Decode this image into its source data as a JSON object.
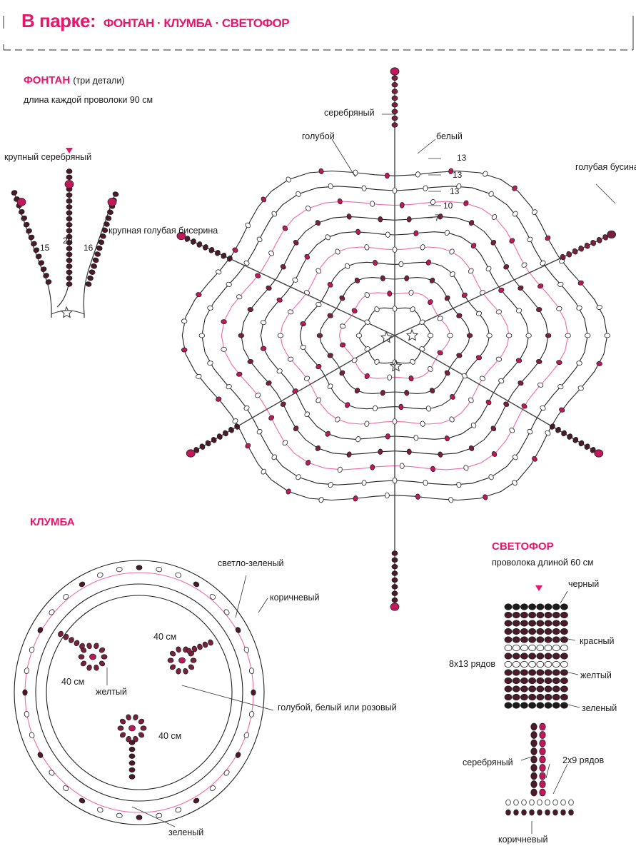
{
  "header": {
    "title": "В парке:",
    "subtitle": "ФОНТАН · КЛУМБА · СВЕТОФОР"
  },
  "fontan": {
    "title": "ФОНТАН",
    "title_note": "(три детали)",
    "wire_note": "длина каждой проволоки 90 см",
    "labels": {
      "large_silver": "крупный серебряный",
      "large_blue_bead": "крупная голубая бисерина",
      "silver": "серебряный",
      "blue": "голубой",
      "white": "белый",
      "blue_bead": "голубая бусина"
    },
    "numbers": {
      "n15": "15",
      "n20": "20",
      "n16": "16",
      "r1": "13",
      "r2": "13",
      "r3": "13",
      "r4": "10",
      "r5": "7"
    }
  },
  "klumba": {
    "title": "КЛУМБА",
    "labels": {
      "light_green": "светло-зеленый",
      "brown": "коричневый",
      "yellow": "желтый",
      "blue_white_pink": "голубой, белый или розовый",
      "green": "зеленый",
      "cm40_a": "40 см",
      "cm40_b": "40 см",
      "cm40_c": "40 см"
    }
  },
  "svetofor": {
    "title": "СВЕТОФОР",
    "wire_note": "проволока длиной 60 см",
    "labels": {
      "black": "черный",
      "red": "красный",
      "rows_8x13": "8x13 рядов",
      "yellow": "желтый",
      "green": "зеленый",
      "silver": "серебряный",
      "rows_2x9": "2x9 рядов",
      "brown": "коричневый"
    }
  },
  "colors": {
    "accent": "#e8166b",
    "pink_wire": "#f06aa8",
    "dark_bead": "#4a1a2a",
    "maroon_bead": "#7a1f3f",
    "magenta_bead": "#c2185b",
    "black": "#1a1a1a"
  }
}
